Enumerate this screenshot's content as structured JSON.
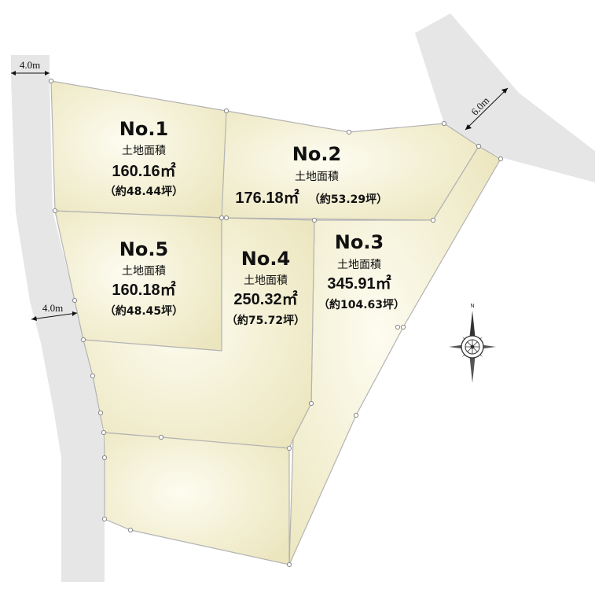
{
  "roads": [
    {
      "width_label": "4.0m"
    },
    {
      "width_label": "4.0m"
    },
    {
      "width_label": "6.0m"
    }
  ],
  "lots": [
    {
      "number": "No.1",
      "area_label": "土地面積",
      "area": "160.16㎡",
      "tsubo": "（約48.44坪）"
    },
    {
      "number": "No.2",
      "area_label": "土地面積",
      "area": "176.18㎡",
      "tsubo": "（約53.29坪）"
    },
    {
      "number": "No.3",
      "area_label": "土地面積",
      "area": "345.91㎡",
      "tsubo": "（約104.63坪）"
    },
    {
      "number": "No.4",
      "area_label": "土地面積",
      "area": "250.32㎡",
      "tsubo": "（約75.72坪）"
    },
    {
      "number": "No.5",
      "area_label": "土地面積",
      "area": "160.18㎡",
      "tsubo": "（約48.45坪）"
    }
  ],
  "compass": {
    "north_label": "N"
  },
  "colors": {
    "lot_fill": "#f2efcf",
    "road_fill": "#e6e6e6",
    "lot_border": "#b3b3b3"
  }
}
